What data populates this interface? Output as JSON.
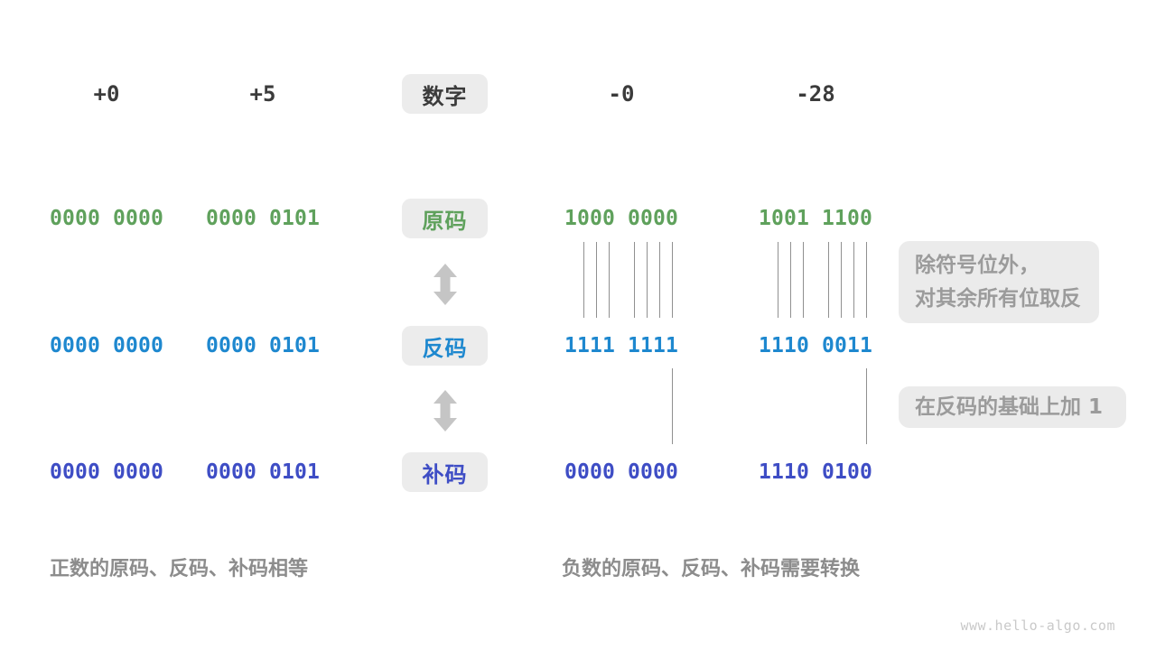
{
  "colors": {
    "number_text": "#3b3b3b",
    "sign_magnitude_green": "#5fa15c",
    "ones_complement_blue": "#1e88cf",
    "twos_complement_indigo": "#3e4dc5",
    "badge_background": "#ececec",
    "annotation_gray": "#9b9b9b",
    "caption_gray": "#8c8c8c",
    "arrow_gray": "#c5c5c5"
  },
  "header": {
    "badge_label": "数字",
    "values": [
      "+0",
      "+5",
      "-0",
      "-28"
    ]
  },
  "rows": [
    {
      "badge_label": "原码",
      "values": [
        "0000 0000",
        "0000 0101",
        "1000 0000",
        "1001 1100"
      ]
    },
    {
      "badge_label": "反码",
      "values": [
        "0000 0000",
        "0000 0101",
        "1111 1111",
        "1110 0011"
      ]
    },
    {
      "badge_label": "补码",
      "values": [
        "0000 0000",
        "0000 0101",
        "0000 0000",
        "1110 0100"
      ]
    }
  ],
  "annotations": {
    "invert_line1": "除符号位外，",
    "invert_line2": "对其余所有位取反",
    "add_one": "在反码的基础上加 1"
  },
  "captions": {
    "positive": "正数的原码、反码、补码相等",
    "negative": "负数的原码、反码、补码需要转换"
  },
  "footer": {
    "watermark": "www.hello-algo.com"
  }
}
